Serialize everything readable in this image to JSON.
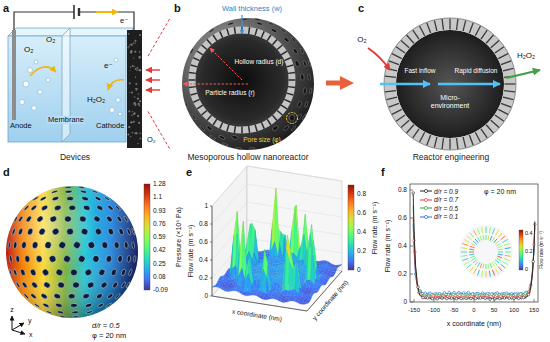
{
  "diagram": {
    "nodes": [
      {
        "text": [
          "Devices"
        ]
      },
      {
        "text": [
          "Mesoporous hollow nanoreactor"
        ]
      },
      {
        "text": [
          "Reactor engineering"
        ]
      }
    ],
    "edges": [
      {
        "from": 0,
        "to": 1,
        "arrow": "none"
      },
      {
        "from": 0,
        "to": 1,
        "arrow": "none"
      },
      {
        "from": 1,
        "to": 2,
        "arrow": "to"
      }
    ],
    "labels": [
      "a",
      "O₂",
      "O₂",
      "e⁻",
      "e⁻",
      "H₂O₂",
      "Anode",
      "Membrane",
      "Cathode",
      "O₂",
      "b",
      "Wall thickness (w)",
      "Hollow radius (d)",
      "Particle radius (r)",
      "Pore size (φ)",
      "c",
      "O₂",
      "Fast inflow",
      "Rapid diffusion",
      "Micro-environment",
      "H₂O₂",
      "d",
      "1.28",
      "1.1",
      "0.93",
      "0.76",
      "0.59",
      "0.42",
      "0.25",
      "0.08",
      "-0.09",
      "Pressure (×10⁶ Pa)",
      "z",
      "y",
      "x",
      "d/r = 0.5",
      "φ = 20 nm",
      "e",
      "0",
      "0.2",
      "0.4",
      "0.6",
      "0.8",
      "1",
      "Flow rate (m s⁻¹)",
      "x coordinate (nm)",
      "y coordinate (nm)",
      "0.8",
      "0.6",
      "0.4",
      "0.2",
      "0",
      "Flow rate (m s⁻¹)",
      "f",
      "φ = 20 nm",
      "0",
      "0.2",
      "0.4",
      "0.6",
      "0.8",
      "Flow rate (m s⁻¹)",
      "-150",
      "-100",
      "-50",
      "0",
      "50",
      "100",
      "150",
      "x coordinate (nm)",
      "0.4",
      "0.2",
      "0",
      "Flow rate (m s⁻¹)"
    ],
    "legend": [
      {
        "text": "d/r = 0.9"
      },
      {
        "text": "d/r = 0.7"
      },
      {
        "text": "d/r = 0.5"
      },
      {
        "text": "d/r = 0.1"
      }
    ]
  }
}
